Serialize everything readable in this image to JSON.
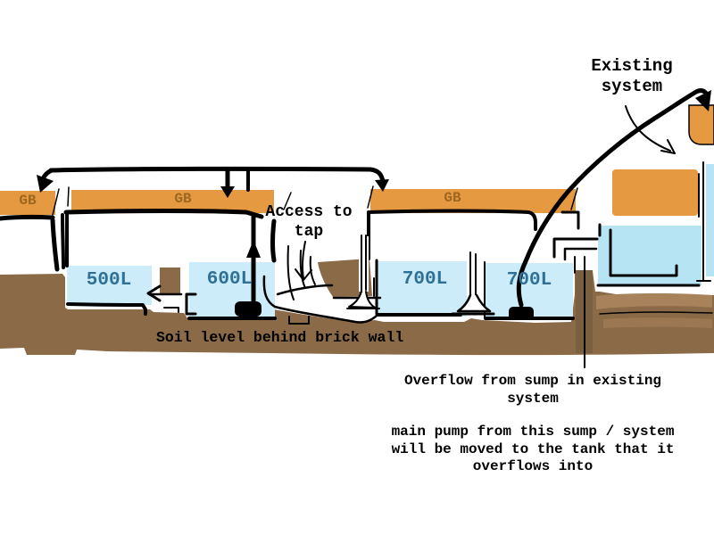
{
  "colors": {
    "orange": "#e59940",
    "tank_blue": "#cbecf8",
    "existing_blue": "#b6e4f3",
    "soil": "#8b6a47",
    "soil_dark": "#7a5f41",
    "soil_light": "#ac865e",
    "ink": "#000000",
    "tank_label_text": "#2f7096",
    "gb_label_text": "#9e671e"
  },
  "gutter_boards": {
    "left_label": "GB",
    "middle_label": "GB",
    "right_label": "GB"
  },
  "tanks": {
    "tank_500": {
      "label": "500L"
    },
    "tank_600": {
      "label": "600L"
    },
    "tank_700_a": {
      "label": "700L"
    },
    "tank_700_b": {
      "label": "700L"
    }
  },
  "annotations": {
    "access_tap_lines": [
      "Access to",
      "tap"
    ],
    "soil_level": "Soil level behind brick wall",
    "existing_system_lines": [
      "Existing",
      "system"
    ],
    "overflow_lines": [
      "Overflow from sump in existing",
      "system"
    ],
    "main_pump_note_lines": [
      "main pump from this sump / system",
      "will be moved to the tank that it",
      "overflows into"
    ]
  }
}
